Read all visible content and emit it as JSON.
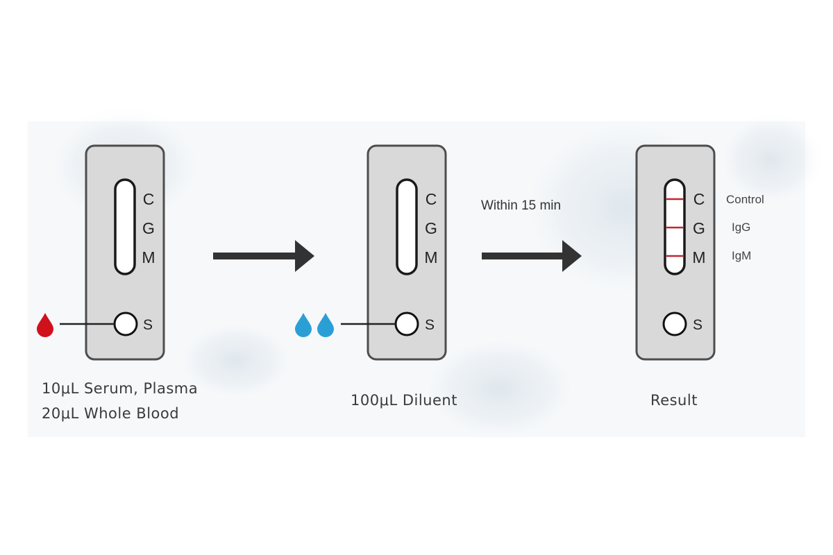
{
  "colors": {
    "blood_drop": "#d0111b",
    "diluent_drop": "#2a9fd6",
    "result_band": "#c0272d",
    "cassette_fill": "#d9d9d9"
  },
  "steps": [
    {
      "band_letters": [
        "C",
        "G",
        "M"
      ],
      "sample_port": "S",
      "drop_icon": "blood-drop-icon",
      "drop_count": 1,
      "caption_lines": [
        "10μL Serum, Plasma",
        "20μL Whole Blood"
      ]
    },
    {
      "band_letters": [
        "C",
        "G",
        "M"
      ],
      "sample_port": "S",
      "drop_icon": "diluent-drop-icon",
      "drop_count": 2,
      "caption_lines": [
        "100μL Diluent"
      ]
    },
    {
      "band_letters": [
        "C",
        "G",
        "M"
      ],
      "sample_port": "S",
      "result_labels": [
        "Control",
        "IgG",
        "IgM"
      ],
      "caption_lines": [
        "Result"
      ]
    }
  ],
  "arrows": [
    {
      "note": ""
    },
    {
      "note": "Within 15 min"
    }
  ]
}
